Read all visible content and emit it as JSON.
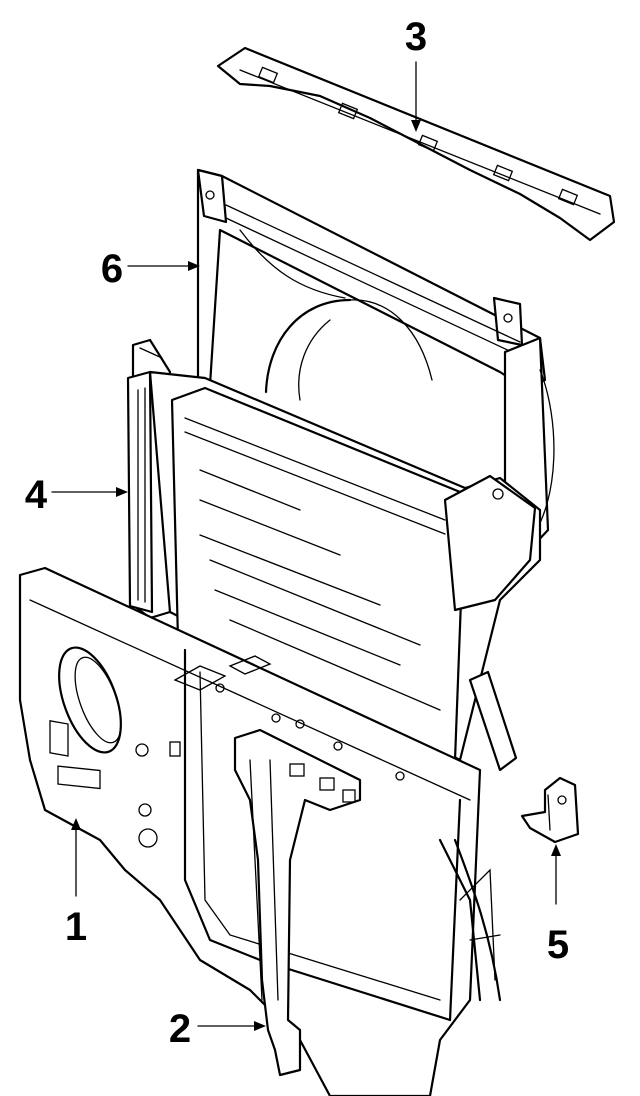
{
  "diagram": {
    "callouts": [
      {
        "id": "1",
        "label": "1"
      },
      {
        "id": "2",
        "label": "2"
      },
      {
        "id": "3",
        "label": "3"
      },
      {
        "id": "4",
        "label": "4"
      },
      {
        "id": "5",
        "label": "5"
      },
      {
        "id": "6",
        "label": "6"
      }
    ],
    "parts": [
      {
        "callout": "1",
        "icon": "radiator-support-icon"
      },
      {
        "callout": "2",
        "icon": "center-brace-icon"
      },
      {
        "callout": "3",
        "icon": "upper-seal-icon"
      },
      {
        "callout": "4",
        "icon": "side-seal-icon"
      },
      {
        "callout": "5",
        "icon": "mount-bracket-icon"
      },
      {
        "callout": "6",
        "icon": "fan-shroud-icon"
      }
    ],
    "colors": {
      "ink": "#000000",
      "paper": "#ffffff"
    }
  }
}
